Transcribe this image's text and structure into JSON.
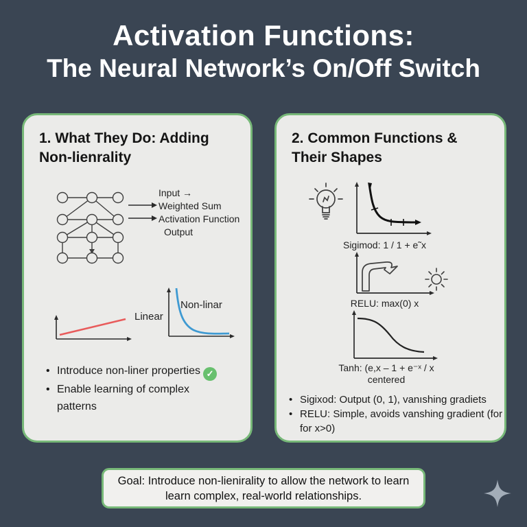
{
  "title": {
    "line1": "Activation Functions:",
    "line2": "The Neural Network’s On/Off Switch"
  },
  "left_panel": {
    "heading_line1": "1. What They Do: Adding",
    "heading_line2": "Non-lienrality",
    "flow_lines": [
      "Input →",
      "Weighted Sum",
      "Activation Function",
      "Output"
    ],
    "linear_label": "Linear",
    "nonlinear_label": "Non-linar",
    "bullet1": "Introduce non-liner properties",
    "bullet2": "Enable learning of complex patterns",
    "check_glyph": "✓"
  },
  "right_panel": {
    "heading_line1": "2. Common Functions &",
    "heading_line2": "Their Shapes",
    "sigmoid_label": "Sigimod: 1 / 1 + e˜x",
    "relu_label": "RELU: max(0) x",
    "tanh_label": "Tanh: (e,x – 1 + e⁻ˣ / x",
    "tanh_label2": "centered",
    "bullet1": "Sigixod: Output (0, 1), vanıshing gradiets",
    "bullet2": "RELU: Simple, avoids vanshing gradient (for for x>0)"
  },
  "footer": {
    "goal_line1": "Goal: Introduce non-lienirality to allow the network to learn",
    "goal_line2": "learn complex, real-world relationships."
  },
  "icons": {
    "check": "green-circle-checkmark",
    "lightbulb": "idea-lightbulb-doodle",
    "sun": "sun-doodle",
    "sparkle": "four-pointed-star"
  },
  "colors": {
    "background": "#3a4553",
    "panel_fill": "#ebebe9",
    "panel_border": "#77b878",
    "check_green": "#68c06e",
    "linear_red": "#e85b5b",
    "nonlinear_blue": "#3f9ad2",
    "sparkle_gray": "#a3adb8"
  }
}
